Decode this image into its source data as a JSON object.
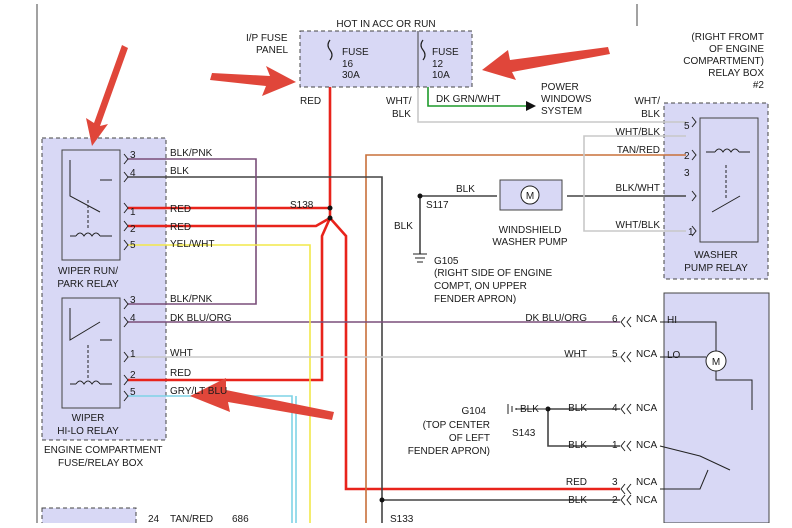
{
  "colors": {
    "red": "#e8231b",
    "black": "#444444",
    "yellow": "#f2e84a",
    "white_wire": "#c8c8c8",
    "brown": "#c8703a",
    "green": "#1d9a2a",
    "lightblue": "#7fd3e6",
    "purple_ink": "#7a4e7a",
    "box": "#d8d8f5",
    "arrow": "#e0463a"
  },
  "fuse_panel": {
    "title": "HOT IN ACC OR RUN",
    "label_line1": "I/P FUSE",
    "label_line2": "PANEL",
    "fuse16": {
      "name": "FUSE",
      "number": "16",
      "amps": "30A"
    },
    "fuse12": {
      "name": "FUSE",
      "number": "12",
      "amps": "10A"
    }
  },
  "relay_box_right": {
    "line1": "(RIGHT FROMT",
    "line2": "OF ENGINE",
    "line3": "COMPARTMENT)",
    "line4": "RELAY BOX",
    "line5": "#2"
  },
  "power_windows": {
    "line1": "POWER",
    "line2": "WINDOWS",
    "line3": "SYSTEM"
  },
  "labels": {
    "red_top": "RED",
    "wht_blk_a": "WHT/",
    "wht_blk_b": "BLK",
    "dk_grn_wht": "DK GRN/WHT",
    "wht_blk_right_a": "WHT/",
    "wht_blk_right_b": "BLK",
    "s138": "S138",
    "s117": "S117",
    "s143": "S143",
    "s133": "S133",
    "blk_s117": "BLK",
    "blk_vert": "BLK",
    "g105": "G105",
    "g105_line1": "(RIGHT SIDE OF ENGINE",
    "g105_line2": "COMPT, ON UPPER",
    "g105_line3": "FENDER APRON)",
    "washer_line1": "WINDSHIELD",
    "washer_line2": "WASHER PUMP",
    "washer_relay_line1": "WASHER",
    "washer_relay_line2": "PUMP RELAY",
    "wiper_run_line1": "WIPER RUN/",
    "wiper_run_line2": "PARK RELAY",
    "wiper_hilo_line1": "WIPER",
    "wiper_hilo_line2": "HI-LO RELAY",
    "fuse_relay_line1": "ENGINE COMPARTMENT",
    "fuse_relay_line2": "FUSE/RELAY BOX",
    "g104": "G104",
    "g104_line1": "(TOP CENTER",
    "g104_line2": "OF LEFT",
    "g104_line3": "FENDER APRON)",
    "blk_g104": "BLK",
    "motor_m": "M",
    "hi": "HI",
    "lo": "LO",
    "bottom_pin": "24",
    "bottom_wire": "TAN/RED",
    "bottom_circuit": "686"
  },
  "relay_right_pins": [
    {
      "pin": "5",
      "wire": "WHT/BLK"
    },
    {
      "pin": "2",
      "wire": "TAN/RED"
    },
    {
      "pin": "3",
      "wire": "BLK/WHT"
    },
    {
      "pin": "1",
      "wire": "WHT/BLK"
    }
  ],
  "wiper_run_pins": [
    {
      "pin": "3",
      "wire": "BLK/PNK"
    },
    {
      "pin": "4",
      "wire": "BLK"
    },
    {
      "pin": "1",
      "wire": "RED"
    },
    {
      "pin": "2",
      "wire": "RED"
    },
    {
      "pin": "5",
      "wire": "YEL/WHT"
    }
  ],
  "wiper_hilo_pins": [
    {
      "pin": "3",
      "wire": "BLK/PNK"
    },
    {
      "pin": "4",
      "wire": "DK BLU/ORG"
    },
    {
      "pin": "1",
      "wire": "WHT"
    },
    {
      "pin": "2",
      "wire": "RED"
    },
    {
      "pin": "5",
      "wire": "GRY/LT BLU"
    }
  ],
  "motor_pins": [
    {
      "pin": "6",
      "wire": "DK BLU/ORG",
      "conn": "NCA"
    },
    {
      "pin": "5",
      "wire": "WHT",
      "conn": "NCA"
    },
    {
      "pin": "4",
      "wire": "BLK",
      "conn": "NCA"
    },
    {
      "pin": "1",
      "wire": "BLK",
      "conn": "NCA"
    },
    {
      "pin": "3",
      "wire": "RED",
      "conn": "NCA"
    },
    {
      "pin": "2",
      "wire": "BLK",
      "conn": "NCA"
    }
  ]
}
